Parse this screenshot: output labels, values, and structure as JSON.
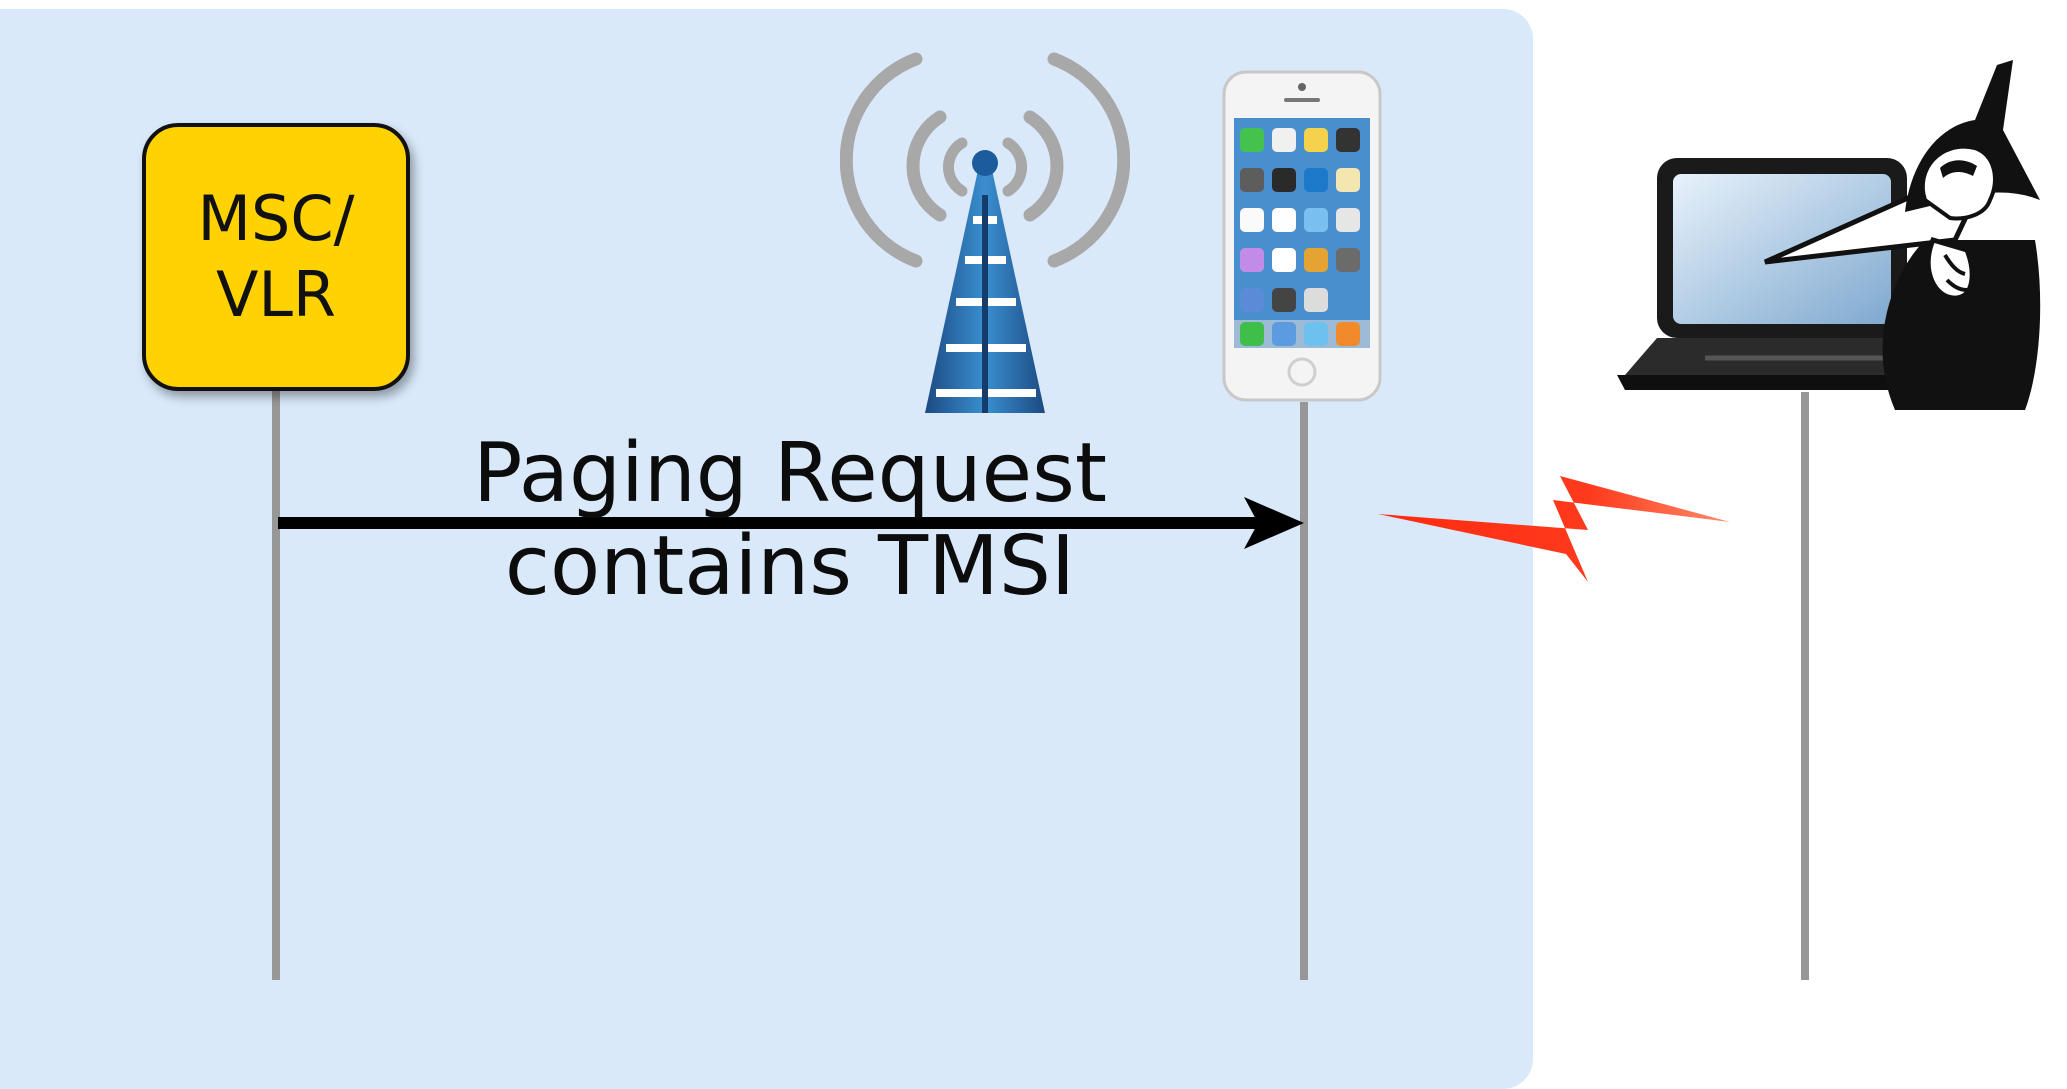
{
  "msc_vlr": {
    "line1": "MSC/",
    "line2": "VLR"
  },
  "message": {
    "line1": "Paging Request",
    "line2": "contains TMSI"
  },
  "participants": [
    {
      "id": "msc-vlr",
      "icon": "msc-vlr-box"
    },
    {
      "id": "base-station",
      "icon": "cell-tower-icon"
    },
    {
      "id": "mobile-phone",
      "icon": "smartphone-icon"
    },
    {
      "id": "attacker",
      "icon": "spy-with-laptop-icon"
    }
  ],
  "colors": {
    "network_zone": "#d9e9fa",
    "msc_box": "#ffd200",
    "lifeline": "#979797",
    "arrow": "#000000",
    "lightning": "#ff3b1f"
  }
}
